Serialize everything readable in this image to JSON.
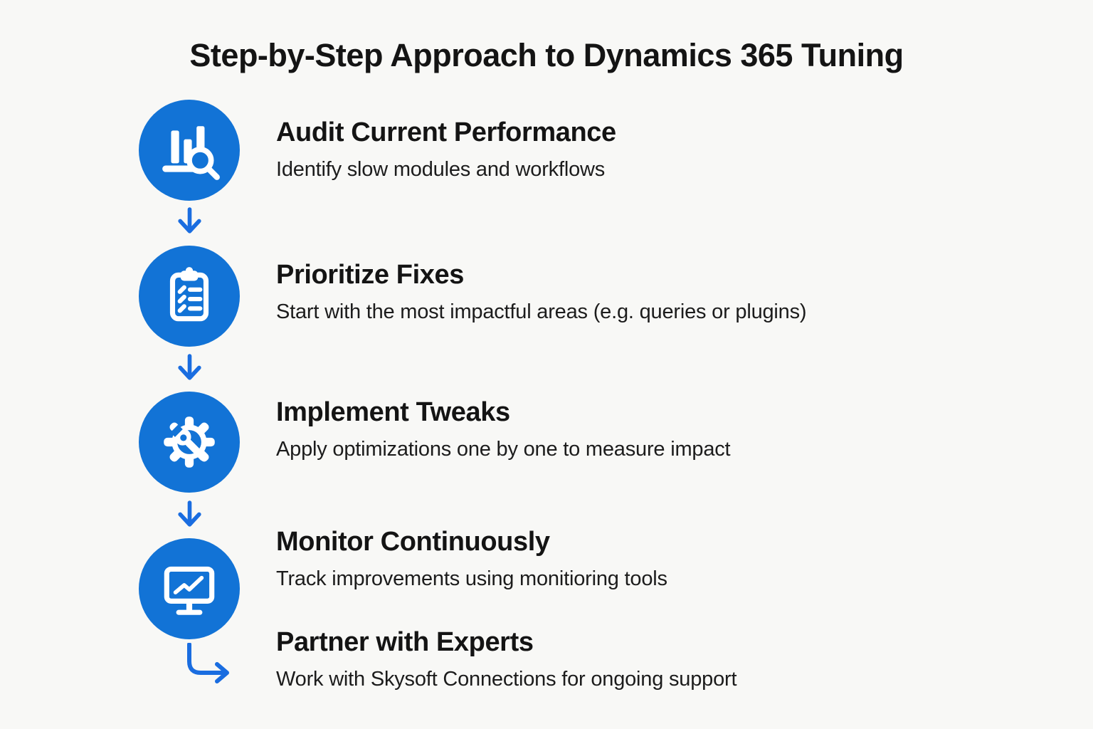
{
  "title": "Step-by-Step Approach to Dynamics 365 Tuning",
  "colors": {
    "background": "#f8f8f6",
    "circle_blue": "#1273d6",
    "arrow_blue": "#1a6de0",
    "heading_text": "#141414",
    "body_text": "#1c1c1c"
  },
  "steps": [
    {
      "icon": "bar-chart-search-icon",
      "title": "Audit Current Performance",
      "description": "Identify slow modules and workflows"
    },
    {
      "icon": "clipboard-checklist-icon",
      "title": "Prioritize Fixes",
      "description": "Start with the most impactful areas (e.g. queries or plugins)"
    },
    {
      "icon": "gear-wrench-icon",
      "title": "Implement Tweaks",
      "description": "Apply optimizations one by one to measure impact"
    },
    {
      "icon": "monitor-chart-icon",
      "title": "Monitor Continuously",
      "description": "Track improvements using monitioring tools"
    },
    {
      "icon": "none",
      "title": "Partner with Experts",
      "description": "Work with Skysoft Connections for ongoing support"
    }
  ]
}
